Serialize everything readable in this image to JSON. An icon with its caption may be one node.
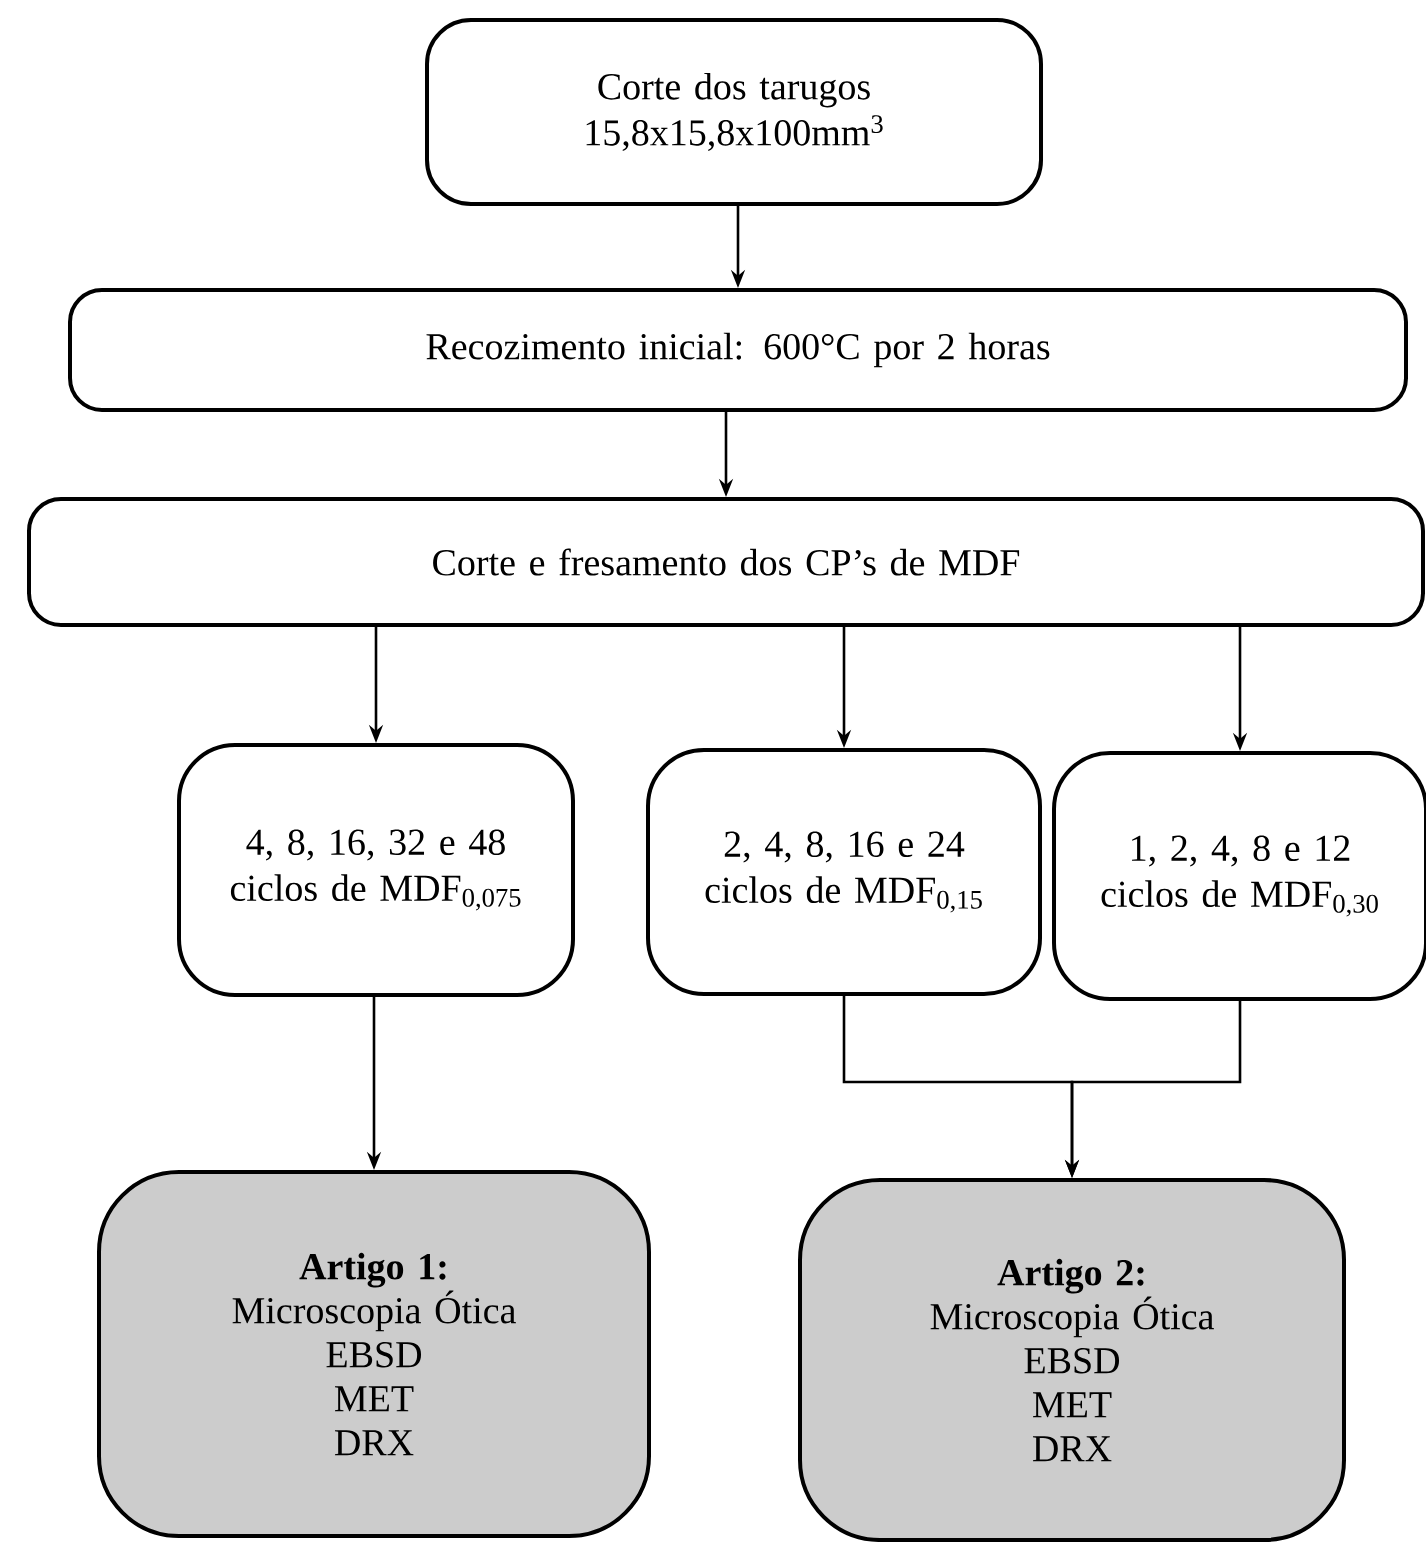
{
  "diagram": {
    "nodes": [
      {
        "text": [
          "Corte dos tarugos 15,8x15,8x100mm$^{3}$"
        ]
      },
      {
        "text": [
          "Recozimento inicial: 600°C por 2 horas"
        ]
      },
      {
        "text": [
          "Corte e fresamento dos CP’s de MDF"
        ]
      },
      {
        "text": [
          "4, 8, 16, 32 e 48 ciclos de MDF$_{0,075}$"
        ]
      },
      {
        "text": [
          "2, 4, 8, 16 e 24 ciclos de MDF$_{0,15}$"
        ]
      },
      {
        "text": [
          "1, 2, 4, 8 e 12 ciclos de MDF$_{0,30}$"
        ]
      },
      {
        "text": [
          "Artigo 1:",
          "Microscopia Ótica",
          "EBSD",
          "MET",
          "DRX"
        ]
      },
      {
        "text": [
          "Artigo 2:",
          "Microscopia Ótica",
          "EBSD",
          "MET",
          "DRX"
        ]
      }
    ],
    "edges": [
      {
        "from": 0,
        "to": 1,
        "arrow": "to"
      },
      {
        "from": 1,
        "to": 2,
        "arrow": "to"
      },
      {
        "from": 2,
        "to": 3,
        "arrow": "to"
      },
      {
        "from": 2,
        "to": 4,
        "arrow": "to"
      },
      {
        "from": 2,
        "to": 5,
        "arrow": "to"
      },
      {
        "from": 3,
        "to": 6,
        "arrow": "to"
      },
      {
        "from": 4,
        "to": 7,
        "arrow": "to"
      },
      {
        "from": 5,
        "to": 7,
        "arrow": "to"
      }
    ]
  }
}
